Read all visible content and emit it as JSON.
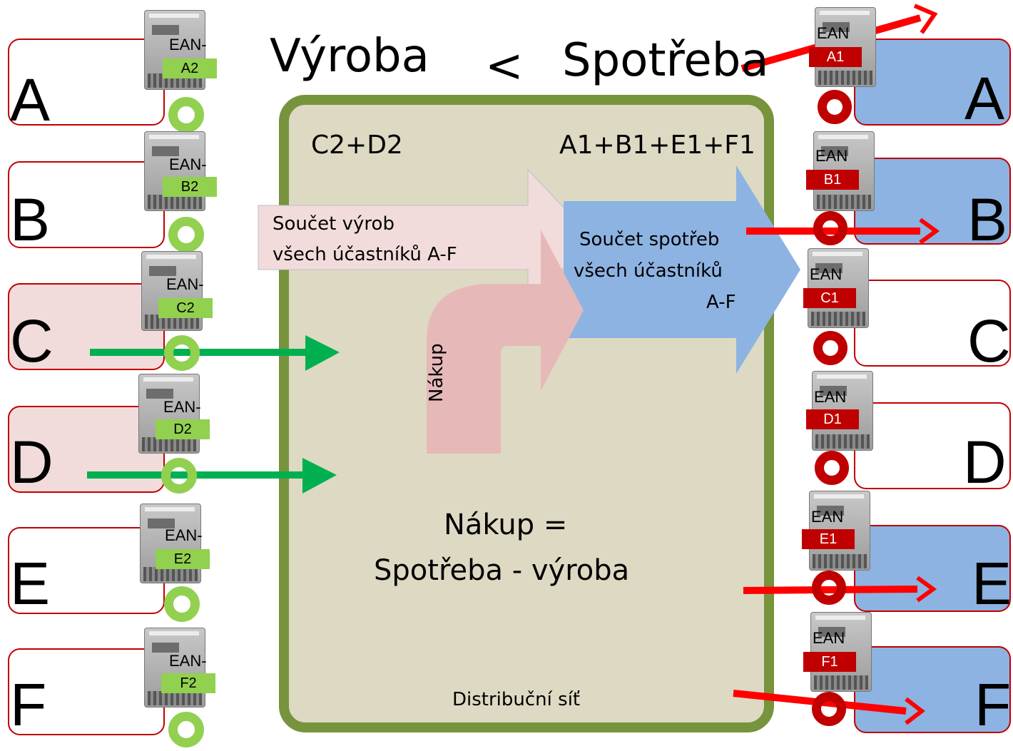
{
  "title": {
    "left": "Výroba",
    "sign": "<",
    "right": "Spotřeba"
  },
  "participants_left": [
    {
      "letter": "A",
      "ean_label": "EAN-",
      "ean_code": "A2",
      "producing": false
    },
    {
      "letter": "B",
      "ean_label": "EAN-",
      "ean_code": "B2",
      "producing": false
    },
    {
      "letter": "C",
      "ean_label": "EAN-",
      "ean_code": "C2",
      "producing": true
    },
    {
      "letter": "D",
      "ean_label": "EAN-",
      "ean_code": "D2",
      "producing": true
    },
    {
      "letter": "E",
      "ean_label": "EAN-",
      "ean_code": "E2",
      "producing": false
    },
    {
      "letter": "F",
      "ean_label": "EAN-",
      "ean_code": "F2",
      "producing": false
    }
  ],
  "participants_right": [
    {
      "letter": "A",
      "ean_label": "EAN",
      "ean_code": "A1",
      "consuming": true
    },
    {
      "letter": "B",
      "ean_label": "EAN",
      "ean_code": "B1",
      "consuming": true
    },
    {
      "letter": "C",
      "ean_label": "EAN",
      "ean_code": "C1",
      "consuming": false
    },
    {
      "letter": "D",
      "ean_label": "EAN",
      "ean_code": "D1",
      "consuming": false
    },
    {
      "letter": "E",
      "ean_label": "EAN",
      "ean_code": "E1",
      "consuming": true
    },
    {
      "letter": "F",
      "ean_label": "EAN",
      "ean_code": "F1",
      "consuming": true
    }
  ],
  "grid": {
    "production_sum_label": "C2+D2",
    "consumption_sum_label": "A1+B1+E1+F1",
    "production_arrow_line1": "Součet výrob",
    "production_arrow_line2": "všech účastníků A-F",
    "consumption_arrow_line1": "Součet spotřeb",
    "consumption_arrow_line2": "všech účastníků",
    "consumption_arrow_line3": "A-F",
    "purchase_arrow_label": "Nákup",
    "formula_line1": "Nákup =",
    "formula_line2": "Spotřeba - výroba",
    "network_label": "Distribuční síť"
  },
  "colors": {
    "grid_fill": "#ddd9c3",
    "grid_border": "#77933c",
    "production_arrow": "#f2dcdb",
    "consumption_arrow": "#8db3e2",
    "purchase_arrow": "#e6b9b8",
    "producer_fill": "#f2dcdb",
    "consumer_fill": "#8db3e2",
    "green": "#92d050",
    "green_arrow": "#00b050",
    "red": "#c00000",
    "red_arrow": "#ff0000"
  }
}
